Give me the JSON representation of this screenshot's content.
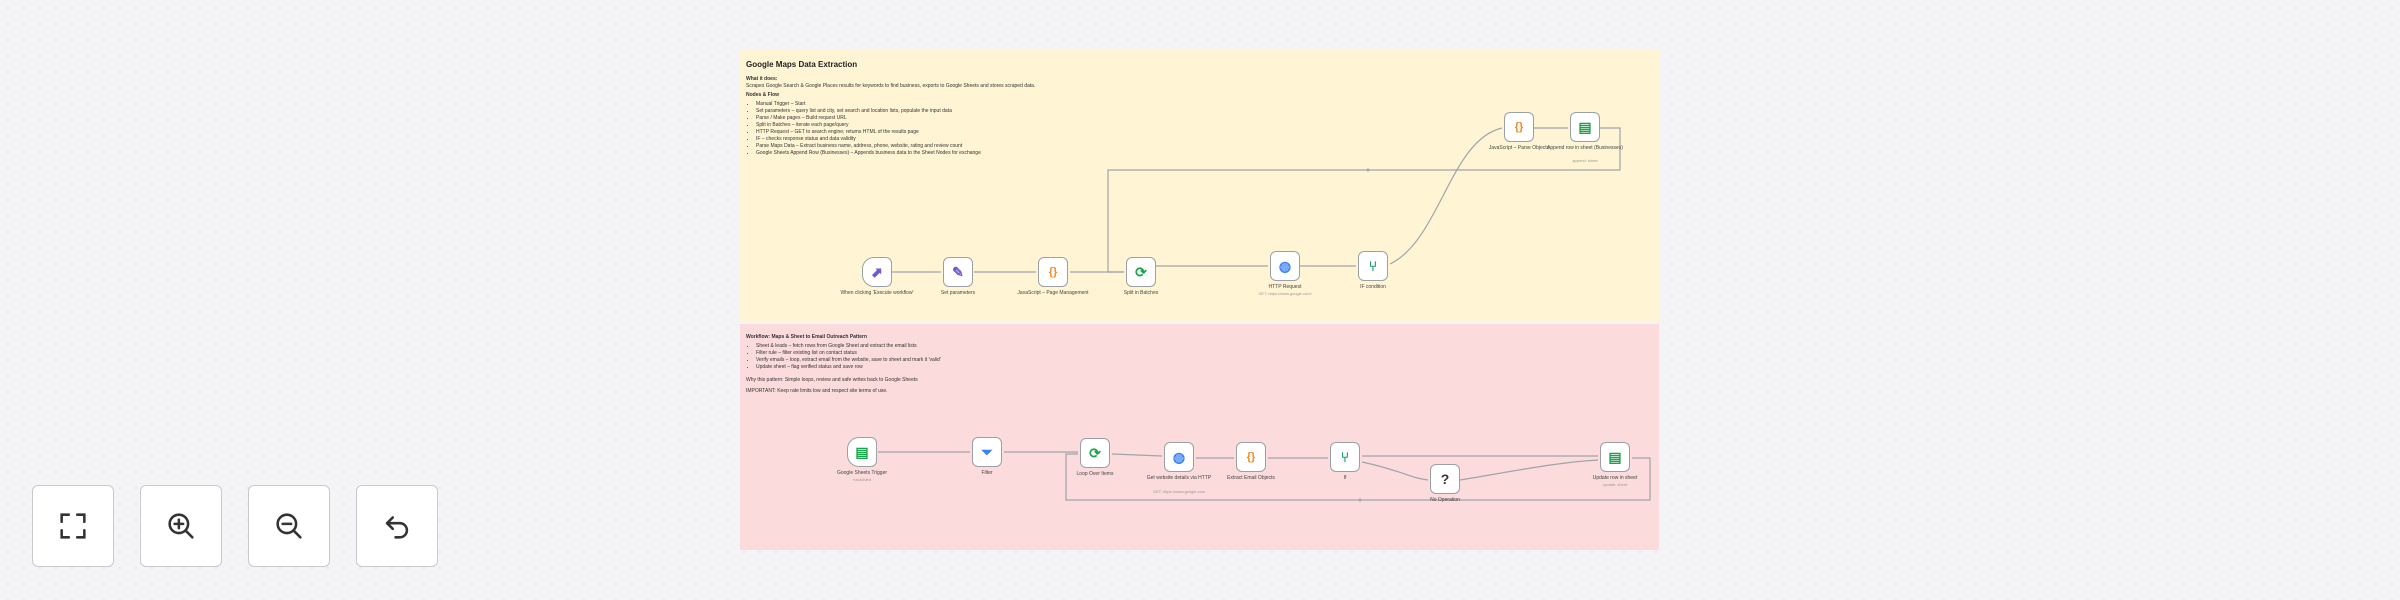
{
  "sticky_top": {
    "title": "Google Maps Data Extraction",
    "subtitle": "What it does:",
    "intro": "Scrapes Google Search & Google Places results for keywords to find business, exports to Google Sheets and stores scraped data.",
    "steps_heading": "Nodes & Flow",
    "steps": [
      "Manual Trigger – Start",
      "Set parameters – query list and city, set search and location lists, populate the input data",
      "Parse / Make pages – Build request URL",
      "Split in Batches – iterate each page/query",
      "HTTP Request – GET to search engine; returns HTML of the results page",
      "IF – checks response status and data validity",
      "Parse Maps Data – Extract business name, address, phone, website, rating and review count",
      "Google Sheets Append Row (Businesses) – Appends business data to the Sheet Nodes for exchange"
    ]
  },
  "sticky_bottom": {
    "title": "Workflow: Maps & Sheet to Email Outreach Pattern",
    "steps": [
      "Sheet & leads – fetch rows from Google Sheet and extract the email lists",
      "Filter rule – filter existing list on contact status",
      "Verify emails – loop, extract email from the website, save to sheet and mark it 'valid'",
      "Update sheet – flag verified status and save row"
    ],
    "note_1": "Why this pattern: Simple loops, review and safe writes back to Google Sheets",
    "note_2": "IMPORTANT: Keep rate limits low and respect site terms of use."
  },
  "nodes_top": {
    "manual_trigger": "When clicking 'Execute workflow'",
    "set_parameters": "Set parameters",
    "js_page_management": "JavaScript – Page Management",
    "split_in_batches": "Split in Batches",
    "http_request": "HTTP Request",
    "http_request_sub": "GET: https://www.google.com/",
    "if_node": "IF condition",
    "js_parse": "JavaScript – Parse Objects",
    "append_sheet": "Append row in sheet (Businesses)",
    "append_sheet_sub": "append: sheet"
  },
  "nodes_bottom": {
    "sheets_trigger": "Google Sheets Trigger",
    "sheets_trigger_sub": "rowAdded",
    "filter": "Filter",
    "loop": "Loop Over Items",
    "get_website": "Get website details via HTTP",
    "get_website_sub": "GET: https://www.google.com",
    "extract_emails": "Extract Email Objects",
    "if_node": "If",
    "no_op": "No Operation",
    "update_sheet": "Update row in sheet",
    "update_sheet_sub": "update: sheet"
  },
  "glyphs": {
    "cursor": "⬈",
    "pencil": "✎",
    "braces": "{}",
    "loop": "⟳",
    "globe": "◍",
    "branch": "⑂",
    "sheet": "▤",
    "filter": "⏷",
    "question": "?"
  },
  "colors": {
    "sticky_yellow": "#fff5d4",
    "sticky_pink": "#fbdbdc",
    "node_purple": "#6b5bd6",
    "node_orange": "#f08a24",
    "node_green": "#1aa34a",
    "node_blue": "#3b82f6",
    "node_teal": "#1b9e77"
  },
  "controls": {
    "fit_view": "fit-view",
    "zoom_in": "zoom-in",
    "zoom_out": "zoom-out",
    "undo": "undo"
  }
}
